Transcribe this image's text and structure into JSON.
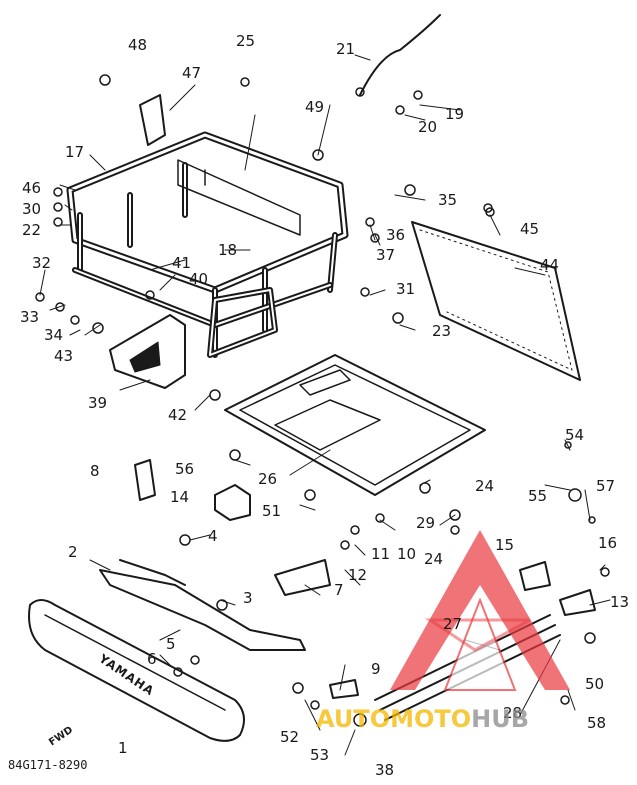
{
  "diagram": {
    "drawing_code": "84G171-8290",
    "fwd_label": "FWD",
    "brand_text": "YAMAHA",
    "parts": {
      "p1": "1",
      "p2": "2",
      "p3": "3",
      "p4": "4",
      "p5": "5",
      "p6": "6",
      "p7": "7",
      "p8": "8",
      "p9": "9",
      "p10": "10",
      "p11": "11",
      "p12": "12",
      "p13": "13",
      "p14": "14",
      "p15": "15",
      "p16": "16",
      "p17": "17",
      "p18": "18",
      "p19": "19",
      "p20": "20",
      "p21": "21",
      "p22": "22",
      "p23": "23",
      "p24a": "24",
      "p24b": "24",
      "p25": "25",
      "p26": "26",
      "p27": "27",
      "p28": "28",
      "p29": "29",
      "p30": "30",
      "p31": "31",
      "p32": "32",
      "p33": "33",
      "p34": "34",
      "p35": "35",
      "p36": "36",
      "p37": "37",
      "p38": "38",
      "p39": "39",
      "p40": "40",
      "p41": "41",
      "p42": "42",
      "p43": "43",
      "p44": "44",
      "p45": "45",
      "p46": "46",
      "p47": "47",
      "p48": "48",
      "p49": "49",
      "p50": "50",
      "p51": "51",
      "p52": "52",
      "p53": "53",
      "p54": "54",
      "p55": "55",
      "p56": "56",
      "p57": "57",
      "p58": "58"
    }
  },
  "watermark": {
    "brand_text": "AUTOMOTOHUB",
    "colors": {
      "triangle": "#e8383d",
      "automoto": "#f5b800",
      "hub": "#8a8a8a"
    }
  }
}
